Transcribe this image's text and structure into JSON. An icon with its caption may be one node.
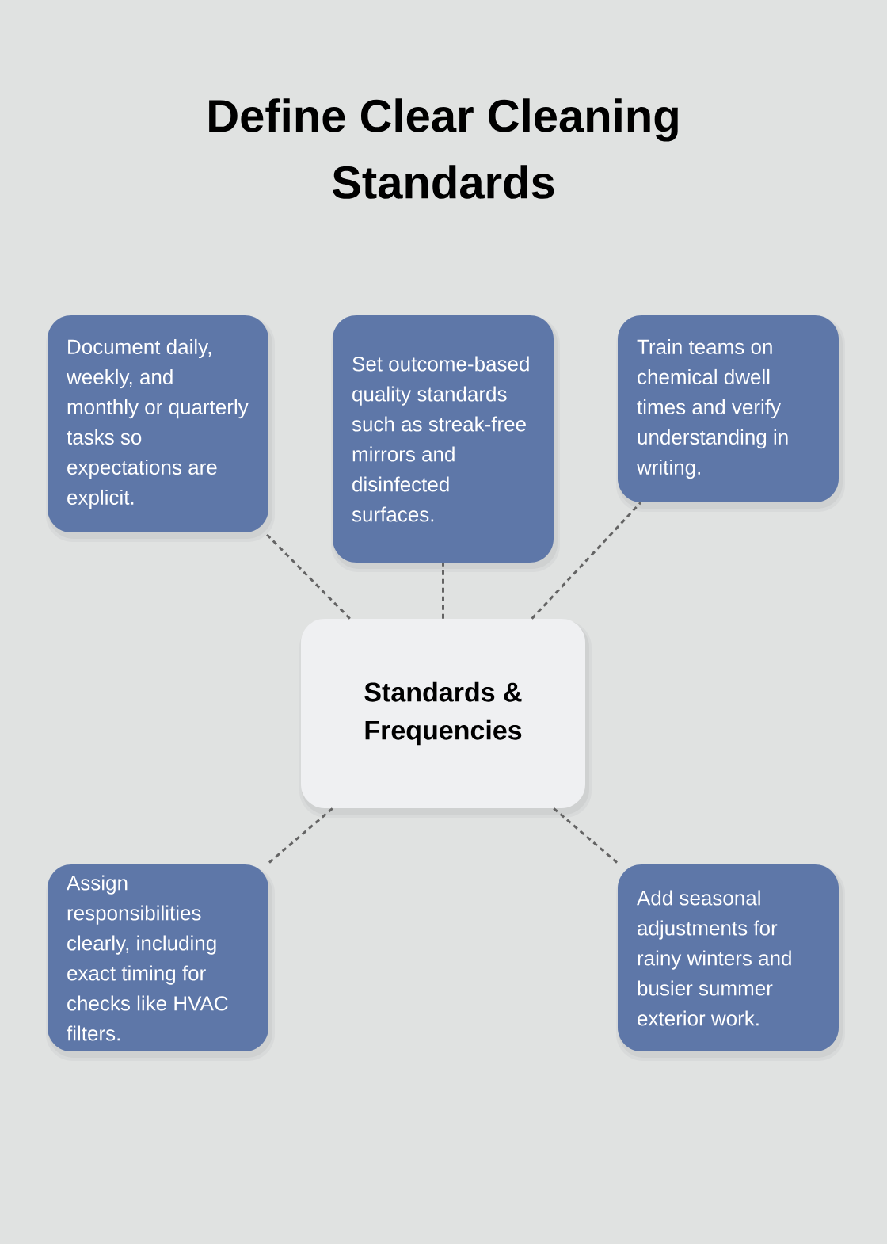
{
  "diagram": {
    "title": "Define Clear Cleaning Standards",
    "nodes": [
      {
        "text": [
          "Document daily, weekly, and monthly or quarterly tasks so expectations are explicit."
        ]
      },
      {
        "text": [
          "Set outcome-based quality standards such as streak-free mirrors and disinfected surfaces."
        ]
      },
      {
        "text": [
          "Train teams on chemical dwell times and verify understanding in writing."
        ]
      },
      {
        "text": [
          "Standards & Frequencies"
        ]
      },
      {
        "text": [
          "Assign responsibilities clearly, including exact timing for checks like HVAC filters."
        ]
      },
      {
        "text": [
          "Add seasonal adjustments for rainy winters and busier summer exterior work."
        ]
      }
    ],
    "edges": [
      {
        "from": 3,
        "to": 0,
        "arrow": "none",
        "style": "dashed"
      },
      {
        "from": 3,
        "to": 1,
        "arrow": "none",
        "style": "dashed"
      },
      {
        "from": 3,
        "to": 2,
        "arrow": "none",
        "style": "dashed"
      },
      {
        "from": 3,
        "to": 4,
        "arrow": "none",
        "style": "dashed"
      },
      {
        "from": 3,
        "to": 5,
        "arrow": "none",
        "style": "dashed"
      }
    ]
  }
}
